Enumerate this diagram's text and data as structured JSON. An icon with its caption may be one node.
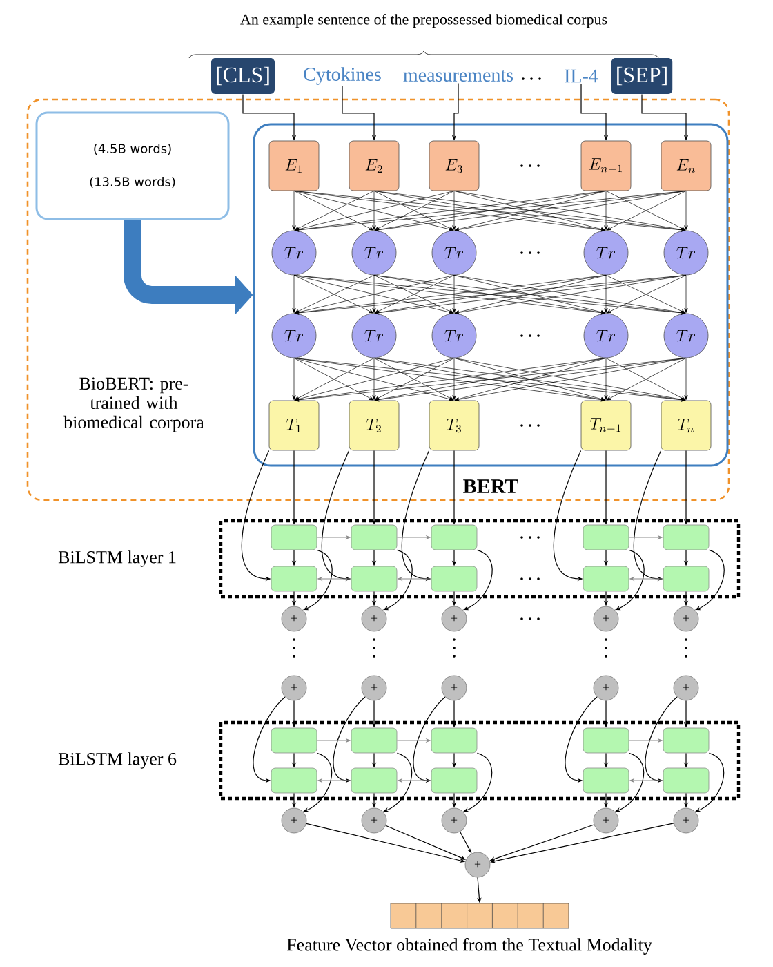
{
  "diagram": {
    "title": "An example sentence of the prepossessed biomedical corpus",
    "nodes": [
      {
        "text": [
          "BioBERT: pre-trained with biomedical corpora"
        ]
      },
      {
        "text": [
          "(4.5B words)",
          "(13.5B words)"
        ],
        "in": 0
      },
      {
        "text": [
          "BERT"
        ],
        "in": 0
      },
      {
        "text": [
          "[CLS]"
        ]
      },
      {
        "text": [
          "Cytokines"
        ]
      },
      {
        "text": [
          "measurements"
        ]
      },
      {
        "text": [
          "IL-4"
        ]
      },
      {
        "text": [
          "[SEP]"
        ]
      },
      {
        "text": [
          "E_{1}"
        ],
        "in": 2
      },
      {
        "text": [
          "E_{2}"
        ],
        "in": 2
      },
      {
        "text": [
          "E_{3}"
        ],
        "in": 2
      },
      {
        "text": [
          "E_{n-1}"
        ],
        "in": 2
      },
      {
        "text": [
          "E_{n}"
        ],
        "in": 2
      },
      {
        "text": [
          "Tr"
        ],
        "in": 2
      },
      {
        "text": [
          "Tr"
        ],
        "in": 2
      },
      {
        "text": [
          "Tr"
        ],
        "in": 2
      },
      {
        "text": [
          "Tr"
        ],
        "in": 2
      },
      {
        "text": [
          "Tr"
        ],
        "in": 2
      },
      {
        "text": [
          "Tr"
        ],
        "in": 2
      },
      {
        "text": [
          "Tr"
        ],
        "in": 2
      },
      {
        "text": [
          "Tr"
        ],
        "in": 2
      },
      {
        "text": [
          "Tr"
        ],
        "in": 2
      },
      {
        "text": [
          "Tr"
        ],
        "in": 2
      },
      {
        "text": [
          "T_{1}"
        ],
        "in": 2
      },
      {
        "text": [
          "T_{2}"
        ],
        "in": 2
      },
      {
        "text": [
          "T_{3}"
        ],
        "in": 2
      },
      {
        "text": [
          "T_{n-1}"
        ],
        "in": 2
      },
      {
        "text": [
          "T_{n}"
        ],
        "in": 2
      },
      {
        "text": [
          "BiLSTM layer 1"
        ]
      },
      {
        "text": [],
        "shape": "box",
        "in": 28
      },
      {
        "text": [],
        "shape": "box",
        "in": 28
      },
      {
        "text": [],
        "shape": "box",
        "in": 28
      },
      {
        "text": [],
        "shape": "box",
        "in": 28
      },
      {
        "text": [],
        "shape": "box",
        "in": 28
      },
      {
        "text": [],
        "shape": "box",
        "in": 28
      },
      {
        "text": [],
        "shape": "box",
        "in": 28
      },
      {
        "text": [],
        "shape": "box",
        "in": 28
      },
      {
        "text": [],
        "shape": "box",
        "in": 28
      },
      {
        "text": [],
        "shape": "box",
        "in": 28
      },
      {
        "text": [
          "+"
        ]
      },
      {
        "text": [
          "+"
        ]
      },
      {
        "text": [
          "+"
        ]
      },
      {
        "text": [
          "+"
        ]
      },
      {
        "text": [
          "+"
        ]
      },
      {
        "text": [
          "+"
        ]
      },
      {
        "text": [
          "+"
        ]
      },
      {
        "text": [
          "+"
        ]
      },
      {
        "text": [
          "+"
        ]
      },
      {
        "text": [
          "+"
        ]
      },
      {
        "text": [
          "BiLSTM layer 6"
        ]
      },
      {
        "text": [],
        "shape": "box",
        "in": 49
      },
      {
        "text": [],
        "shape": "box",
        "in": 49
      },
      {
        "text": [],
        "shape": "box",
        "in": 49
      },
      {
        "text": [],
        "shape": "box",
        "in": 49
      },
      {
        "text": [],
        "shape": "box",
        "in": 49
      },
      {
        "text": [],
        "shape": "box",
        "in": 49
      },
      {
        "text": [],
        "shape": "box",
        "in": 49
      },
      {
        "text": [],
        "shape": "box",
        "in": 49
      },
      {
        "text": [],
        "shape": "box",
        "in": 49
      },
      {
        "text": [],
        "shape": "box",
        "in": 49
      },
      {
        "text": [
          "+"
        ]
      },
      {
        "text": [
          "+"
        ]
      },
      {
        "text": [
          "+"
        ]
      },
      {
        "text": [
          "+"
        ]
      },
      {
        "text": [
          "+"
        ]
      },
      {
        "text": [
          "+"
        ]
      },
      {
        "text": [],
        "shape": "bar",
        "beside": [
          "Feature Vector obtained from the Textual Modality"
        ]
      }
    ],
    "edges": [
      {
        "from": 3,
        "to": 8,
        "arrow": "to"
      },
      {
        "from": 4,
        "to": 9,
        "arrow": "to"
      },
      {
        "from": 5,
        "to": 10,
        "arrow": "to"
      },
      {
        "from": 6,
        "to": 11,
        "arrow": "to"
      },
      {
        "from": 7,
        "to": 12,
        "arrow": "to"
      },
      {
        "from": 8,
        "to": 13,
        "arrow": "to"
      },
      {
        "from": 8,
        "to": 14,
        "arrow": "to"
      },
      {
        "from": 8,
        "to": 15,
        "arrow": "to"
      },
      {
        "from": 8,
        "to": 16,
        "arrow": "to"
      },
      {
        "from": 8,
        "to": 17,
        "arrow": "to"
      },
      {
        "from": 9,
        "to": 13,
        "arrow": "to"
      },
      {
        "from": 9,
        "to": 14,
        "arrow": "to"
      },
      {
        "from": 9,
        "to": 15,
        "arrow": "to"
      },
      {
        "from": 9,
        "to": 16,
        "arrow": "to"
      },
      {
        "from": 9,
        "to": 17,
        "arrow": "to"
      },
      {
        "from": 10,
        "to": 13,
        "arrow": "to"
      },
      {
        "from": 10,
        "to": 14,
        "arrow": "to"
      },
      {
        "from": 10,
        "to": 15,
        "arrow": "to"
      },
      {
        "from": 10,
        "to": 16,
        "arrow": "to"
      },
      {
        "from": 10,
        "to": 17,
        "arrow": "to"
      },
      {
        "from": 11,
        "to": 13,
        "arrow": "to"
      },
      {
        "from": 11,
        "to": 14,
        "arrow": "to"
      },
      {
        "from": 11,
        "to": 15,
        "arrow": "to"
      },
      {
        "from": 11,
        "to": 16,
        "arrow": "to"
      },
      {
        "from": 11,
        "to": 17,
        "arrow": "to"
      },
      {
        "from": 12,
        "to": 13,
        "arrow": "to"
      },
      {
        "from": 12,
        "to": 14,
        "arrow": "to"
      },
      {
        "from": 12,
        "to": 15,
        "arrow": "to"
      },
      {
        "from": 12,
        "to": 16,
        "arrow": "to"
      },
      {
        "from": 12,
        "to": 17,
        "arrow": "to"
      },
      {
        "from": 13,
        "to": 18,
        "arrow": "to"
      },
      {
        "from": 13,
        "to": 19,
        "arrow": "to"
      },
      {
        "from": 13,
        "to": 20,
        "arrow": "to"
      },
      {
        "from": 13,
        "to": 21,
        "arrow": "to"
      },
      {
        "from": 13,
        "to": 22,
        "arrow": "to"
      },
      {
        "from": 14,
        "to": 18,
        "arrow": "to"
      },
      {
        "from": 14,
        "to": 19,
        "arrow": "to"
      },
      {
        "from": 14,
        "to": 20,
        "arrow": "to"
      },
      {
        "from": 14,
        "to": 21,
        "arrow": "to"
      },
      {
        "from": 14,
        "to": 22,
        "arrow": "to"
      },
      {
        "from": 15,
        "to": 18,
        "arrow": "to"
      },
      {
        "from": 15,
        "to": 19,
        "arrow": "to"
      },
      {
        "from": 15,
        "to": 20,
        "arrow": "to"
      },
      {
        "from": 15,
        "to": 21,
        "arrow": "to"
      },
      {
        "from": 15,
        "to": 22,
        "arrow": "to"
      },
      {
        "from": 16,
        "to": 18,
        "arrow": "to"
      },
      {
        "from": 16,
        "to": 19,
        "arrow": "to"
      },
      {
        "from": 16,
        "to": 20,
        "arrow": "to"
      },
      {
        "from": 16,
        "to": 21,
        "arrow": "to"
      },
      {
        "from": 16,
        "to": 22,
        "arrow": "to"
      },
      {
        "from": 17,
        "to": 18,
        "arrow": "to"
      },
      {
        "from": 17,
        "to": 19,
        "arrow": "to"
      },
      {
        "from": 17,
        "to": 20,
        "arrow": "to"
      },
      {
        "from": 17,
        "to": 21,
        "arrow": "to"
      },
      {
        "from": 17,
        "to": 22,
        "arrow": "to"
      },
      {
        "from": 18,
        "to": 23,
        "arrow": "to"
      },
      {
        "from": 18,
        "to": 24,
        "arrow": "to"
      },
      {
        "from": 18,
        "to": 25,
        "arrow": "to"
      },
      {
        "from": 18,
        "to": 26,
        "arrow": "to"
      },
      {
        "from": 18,
        "to": 27,
        "arrow": "to"
      },
      {
        "from": 19,
        "to": 23,
        "arrow": "to"
      },
      {
        "from": 19,
        "to": 24,
        "arrow": "to"
      },
      {
        "from": 19,
        "to": 25,
        "arrow": "to"
      },
      {
        "from": 19,
        "to": 26,
        "arrow": "to"
      },
      {
        "from": 19,
        "to": 27,
        "arrow": "to"
      },
      {
        "from": 20,
        "to": 23,
        "arrow": "to"
      },
      {
        "from": 20,
        "to": 24,
        "arrow": "to"
      },
      {
        "from": 20,
        "to": 25,
        "arrow": "to"
      },
      {
        "from": 20,
        "to": 26,
        "arrow": "to"
      },
      {
        "from": 20,
        "to": 27,
        "arrow": "to"
      },
      {
        "from": 21,
        "to": 23,
        "arrow": "to"
      },
      {
        "from": 21,
        "to": 24,
        "arrow": "to"
      },
      {
        "from": 21,
        "to": 25,
        "arrow": "to"
      },
      {
        "from": 21,
        "to": 26,
        "arrow": "to"
      },
      {
        "from": 21,
        "to": 27,
        "arrow": "to"
      },
      {
        "from": 22,
        "to": 23,
        "arrow": "to"
      },
      {
        "from": 22,
        "to": 24,
        "arrow": "to"
      },
      {
        "from": 22,
        "to": 25,
        "arrow": "to"
      },
      {
        "from": 22,
        "to": 26,
        "arrow": "to"
      },
      {
        "from": 22,
        "to": 27,
        "arrow": "to"
      },
      {
        "from": 1,
        "to": 2,
        "arrow": "to",
        "style": "thick",
        "color": "#3d7dbf"
      },
      {
        "from": 23,
        "to": 29,
        "arrow": "to"
      },
      {
        "from": 24,
        "to": 30,
        "arrow": "to"
      },
      {
        "from": 25,
        "to": 31,
        "arrow": "to"
      },
      {
        "from": 26,
        "to": 32,
        "arrow": "to"
      },
      {
        "from": 27,
        "to": 33,
        "arrow": "to"
      },
      {
        "from": 23,
        "to": 34,
        "arrow": "to"
      },
      {
        "from": 24,
        "to": 35,
        "arrow": "to"
      },
      {
        "from": 25,
        "to": 36,
        "arrow": "to"
      },
      {
        "from": 26,
        "to": 37,
        "arrow": "to"
      },
      {
        "from": 27,
        "to": 38,
        "arrow": "to"
      },
      {
        "from": 29,
        "to": 30,
        "arrow": "to",
        "color": "#8c8c8c"
      },
      {
        "from": 30,
        "to": 31,
        "arrow": "to",
        "color": "#8c8c8c"
      },
      {
        "from": 32,
        "to": 33,
        "arrow": "to",
        "color": "#8c8c8c"
      },
      {
        "from": 35,
        "to": 34,
        "arrow": "to",
        "color": "#8c8c8c"
      },
      {
        "from": 36,
        "to": 35,
        "arrow": "to",
        "color": "#8c8c8c"
      },
      {
        "from": 38,
        "to": 37,
        "arrow": "to",
        "color": "#8c8c8c"
      },
      {
        "from": 29,
        "to": 34,
        "arrow": "to"
      },
      {
        "from": 30,
        "to": 35,
        "arrow": "to"
      },
      {
        "from": 31,
        "to": 36,
        "arrow": "to"
      },
      {
        "from": 32,
        "to": 37,
        "arrow": "to"
      },
      {
        "from": 33,
        "to": 38,
        "arrow": "to"
      },
      {
        "from": 34,
        "to": 39,
        "arrow": "to"
      },
      {
        "from": 35,
        "to": 40,
        "arrow": "to"
      },
      {
        "from": 36,
        "to": 41,
        "arrow": "to"
      },
      {
        "from": 37,
        "to": 42,
        "arrow": "to"
      },
      {
        "from": 38,
        "to": 43,
        "arrow": "to"
      },
      {
        "from": 29,
        "to": 39,
        "arrow": "to"
      },
      {
        "from": 30,
        "to": 40,
        "arrow": "to"
      },
      {
        "from": 31,
        "to": 41,
        "arrow": "to"
      },
      {
        "from": 32,
        "to": 42,
        "arrow": "to"
      },
      {
        "from": 33,
        "to": 43,
        "arrow": "to"
      },
      {
        "from": 44,
        "to": 50,
        "arrow": "to"
      },
      {
        "from": 45,
        "to": 51,
        "arrow": "to"
      },
      {
        "from": 46,
        "to": 52,
        "arrow": "to"
      },
      {
        "from": 47,
        "to": 53,
        "arrow": "to"
      },
      {
        "from": 48,
        "to": 54,
        "arrow": "to"
      },
      {
        "from": 44,
        "to": 55,
        "arrow": "to"
      },
      {
        "from": 45,
        "to": 56,
        "arrow": "to"
      },
      {
        "from": 46,
        "to": 57,
        "arrow": "to"
      },
      {
        "from": 47,
        "to": 58,
        "arrow": "to"
      },
      {
        "from": 48,
        "to": 59,
        "arrow": "to"
      },
      {
        "from": 50,
        "to": 51,
        "arrow": "to",
        "color": "#8c8c8c"
      },
      {
        "from": 51,
        "to": 52,
        "arrow": "to",
        "color": "#8c8c8c"
      },
      {
        "from": 53,
        "to": 54,
        "arrow": "to",
        "color": "#8c8c8c"
      },
      {
        "from": 56,
        "to": 55,
        "arrow": "to",
        "color": "#8c8c8c"
      },
      {
        "from": 57,
        "to": 56,
        "arrow": "to",
        "color": "#8c8c8c"
      },
      {
        "from": 59,
        "to": 58,
        "arrow": "to",
        "color": "#8c8c8c"
      },
      {
        "from": 50,
        "to": 55,
        "arrow": "to"
      },
      {
        "from": 51,
        "to": 56,
        "arrow": "to"
      },
      {
        "from": 52,
        "to": 57,
        "arrow": "to"
      },
      {
        "from": 53,
        "to": 58,
        "arrow": "to"
      },
      {
        "from": 54,
        "to": 59,
        "arrow": "to"
      },
      {
        "from": 55,
        "to": 60,
        "arrow": "to"
      },
      {
        "from": 56,
        "to": 61,
        "arrow": "to"
      },
      {
        "from": 57,
        "to": 62,
        "arrow": "to"
      },
      {
        "from": 58,
        "to": 63,
        "arrow": "to"
      },
      {
        "from": 59,
        "to": 64,
        "arrow": "to"
      },
      {
        "from": 50,
        "to": 60,
        "arrow": "to"
      },
      {
        "from": 51,
        "to": 61,
        "arrow": "to"
      },
      {
        "from": 52,
        "to": 62,
        "arrow": "to"
      },
      {
        "from": 53,
        "to": 63,
        "arrow": "to"
      },
      {
        "from": 54,
        "to": 64,
        "arrow": "to"
      },
      {
        "from": 60,
        "to": 65,
        "arrow": "to"
      },
      {
        "from": 61,
        "to": 65,
        "arrow": "to"
      },
      {
        "from": 62,
        "to": 65,
        "arrow": "to"
      },
      {
        "from": 63,
        "to": 65,
        "arrow": "to"
      },
      {
        "from": 64,
        "to": 65,
        "arrow": "to"
      },
      {
        "from": 65,
        "to": 66,
        "arrow": "to"
      }
    ]
  }
}
